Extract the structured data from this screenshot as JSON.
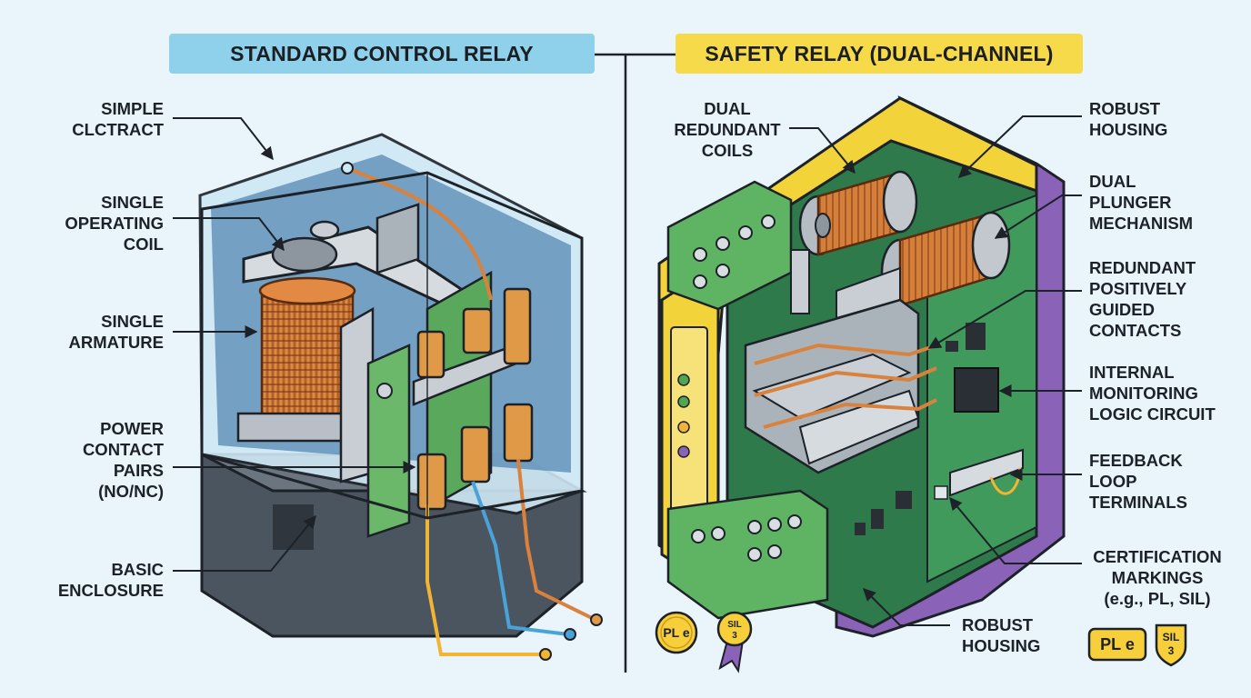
{
  "headers": {
    "left": "STANDARD CONTROL RELAY",
    "right": "SAFETY RELAY (DUAL-CHANNEL)"
  },
  "left_labels": {
    "simple_contact": [
      "SIMPLE",
      "CLCTRACT"
    ],
    "single_coil": [
      "SINGLE",
      "OPERATING",
      "COIL"
    ],
    "single_armature": [
      "SINGLE",
      "ARMATURE"
    ],
    "power_contacts": [
      "POWER",
      "CONTACT",
      "PAIRS",
      "(NO/NC)"
    ],
    "basic_enclosure": [
      "BASIC",
      "ENCLOSURE"
    ]
  },
  "right_labels": {
    "dual_coils": [
      "DUAL",
      "REDUNDANT",
      "COILS"
    ],
    "robust_housing_top": [
      "ROBUST",
      "HOUSING"
    ],
    "dual_plunger": [
      "DUAL",
      "PLUNGER",
      "MECHANISM"
    ],
    "guided_contacts": [
      "REDUNDANT",
      "POSITIVELY",
      "GUIDED",
      "CONTACTS"
    ],
    "monitoring_logic": [
      "INTERNAL",
      "MONITORING",
      "LOGIC CIRCUIT"
    ],
    "feedback_terminals": [
      "FEEDBACK",
      "LOOP",
      "TERMINALS"
    ],
    "certification": [
      "CERTIFICATION",
      "MARKINGS",
      "(e.g., PL, SIL)"
    ],
    "robust_housing_bottom": [
      "ROBUST",
      "HOUSING"
    ]
  },
  "badges": {
    "ple": "PL e",
    "sil_top": "SIL",
    "sil_bottom": "3"
  },
  "colors": {
    "left_header": "#8fd0ea",
    "right_header": "#f7da4a",
    "copper": "#d9823d",
    "pcb_green": "#3f9a5c",
    "housing_purple": "#8a63b8",
    "housing_yellow": "#f3d33a"
  }
}
